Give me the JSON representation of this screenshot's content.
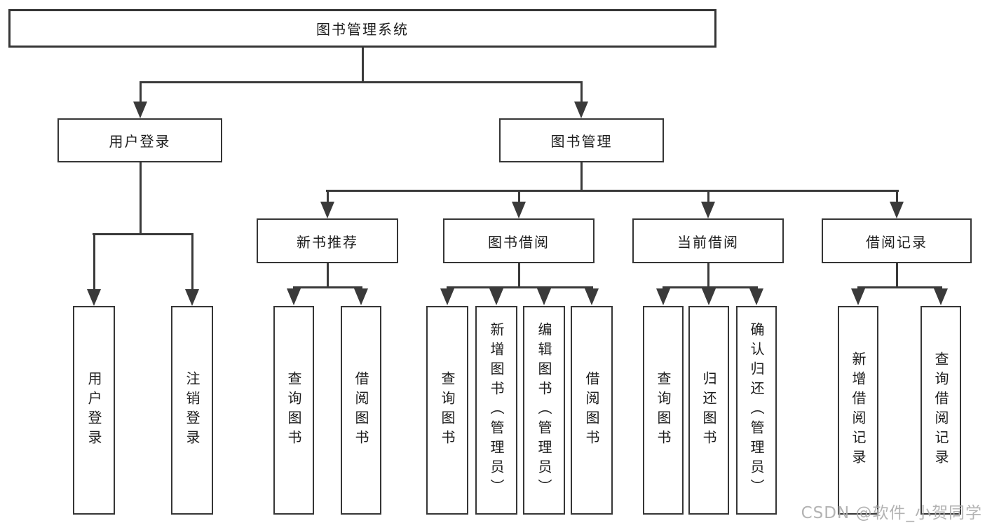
{
  "tree": {
    "root": {
      "label": "图书管理系统",
      "children": [
        {
          "label": "用户登录",
          "children": [
            {
              "label": "用户登录"
            },
            {
              "label": "注销登录"
            }
          ]
        },
        {
          "label": "图书管理",
          "children": [
            {
              "label": "新书推荐",
              "children": [
                {
                  "label": "查询图书"
                },
                {
                  "label": "借阅图书"
                }
              ]
            },
            {
              "label": "图书借阅",
              "children": [
                {
                  "label": "查询图书"
                },
                {
                  "label": "新增图书（管理员）"
                },
                {
                  "label": "编辑图书（管理员）"
                },
                {
                  "label": "借阅图书"
                }
              ]
            },
            {
              "label": "当前借阅",
              "children": [
                {
                  "label": "查询图书"
                },
                {
                  "label": "归还图书"
                },
                {
                  "label": "确认归还（管理员）"
                }
              ]
            },
            {
              "label": "借阅记录",
              "children": [
                {
                  "label": "新增借阅记录"
                },
                {
                  "label": "查询借阅记录"
                }
              ]
            }
          ]
        }
      ]
    }
  },
  "watermark": {
    "text": "CSDN @软件_小贺同学"
  },
  "colors": {
    "line": "#3a3a3a",
    "box_border": "#363636",
    "text": "#1d1d1d",
    "background": "#ffffff",
    "watermark_text": "#acacac"
  }
}
